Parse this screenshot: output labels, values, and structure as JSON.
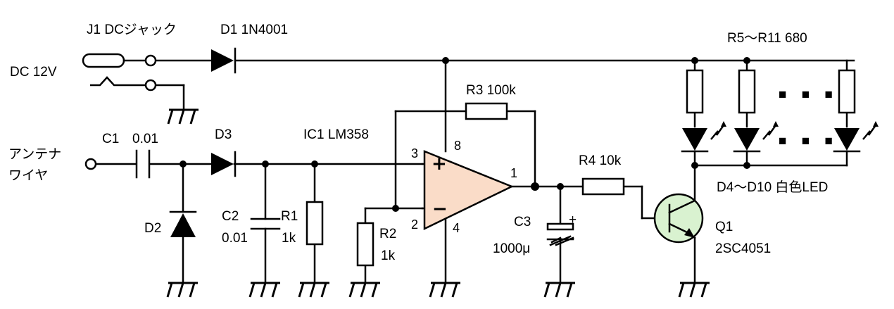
{
  "labels": {
    "j1": "J1  DCジャック",
    "d1": "D1  1N4001",
    "dc12v": "DC 12V",
    "r5_r11": "R5～R11 680",
    "r3": "R3 100k",
    "ic1": "IC1  LM358",
    "c1": "C1",
    "c1_value": "0.01",
    "d3": "D3",
    "antenna_line1": "アンテナ",
    "antenna_line2": "ワイヤ",
    "d2": "D2",
    "c2": "C2",
    "c2_value": "0.01",
    "r1": "R1",
    "r1_value": "1k",
    "r2": "R2",
    "r2_value": "1k",
    "r4": "R4 10k",
    "c3": "C3",
    "c3_value": "1000μ",
    "leds": "D4～D10 白色LED",
    "q1": "Q1",
    "q1_part": "2SC4051",
    "dots_top": "■  ■  ■",
    "dots_mid": "■  ■  ■"
  },
  "opamp": {
    "pin3": "3",
    "pin8": "8",
    "pin1": "1",
    "pin2": "2",
    "pin4": "4",
    "plus": "+",
    "minus": "−"
  },
  "colors": {
    "opamp_fill": "#fadcc8",
    "transistor_fill": "#d9f2d0",
    "wire": "#000000"
  }
}
